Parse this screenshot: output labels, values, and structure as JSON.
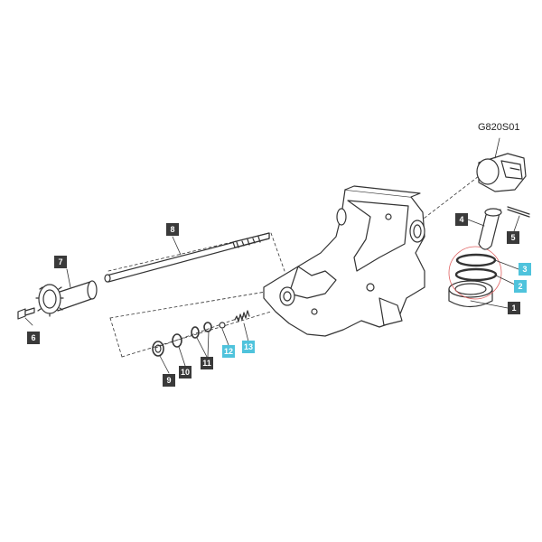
{
  "drawing_code": "G820S01",
  "colors": {
    "callout_dark": "#3a3a3a",
    "callout_highlight": "#4fc3dc",
    "highlight_ring": "#e06060",
    "line": "#333333"
  },
  "callouts": [
    {
      "id": "1",
      "label": "1",
      "style": "dark"
    },
    {
      "id": "2",
      "label": "2",
      "style": "highlight"
    },
    {
      "id": "3",
      "label": "3",
      "style": "highlight"
    },
    {
      "id": "4",
      "label": "4",
      "style": "dark"
    },
    {
      "id": "5",
      "label": "5",
      "style": "dark"
    },
    {
      "id": "6",
      "label": "6",
      "style": "dark"
    },
    {
      "id": "7",
      "label": "7",
      "style": "dark"
    },
    {
      "id": "8",
      "label": "8",
      "style": "dark"
    },
    {
      "id": "9",
      "label": "9",
      "style": "dark"
    },
    {
      "id": "10",
      "label": "10",
      "style": "dark"
    },
    {
      "id": "11",
      "label": "11",
      "style": "dark"
    },
    {
      "id": "12",
      "label": "12",
      "style": "highlight"
    },
    {
      "id": "13",
      "label": "13",
      "style": "highlight"
    }
  ]
}
